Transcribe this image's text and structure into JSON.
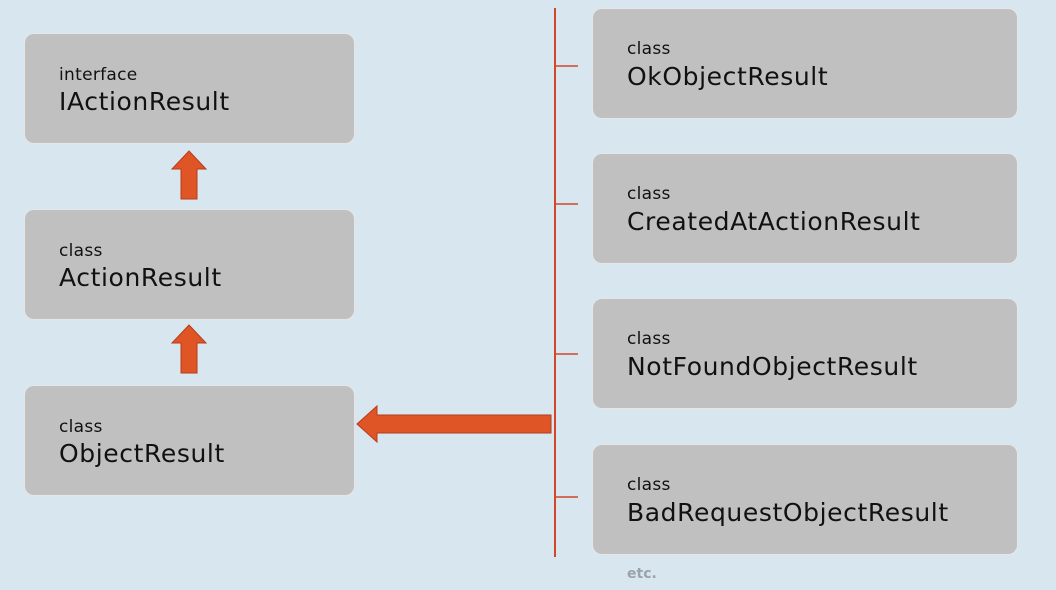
{
  "left_column": {
    "interface_box": {
      "kind": "interface",
      "name": "IActionResult"
    },
    "action_result_box": {
      "kind": "class",
      "name": "ActionResult"
    },
    "object_result_box": {
      "kind": "class",
      "name": "ObjectResult"
    }
  },
  "right_column": {
    "items": [
      {
        "kind": "class",
        "name": "OkObjectResult"
      },
      {
        "kind": "class",
        "name": "CreatedAtActionResult"
      },
      {
        "kind": "class",
        "name": "NotFoundObjectResult"
      },
      {
        "kind": "class",
        "name": "BadRequestObjectResult"
      }
    ],
    "footer": "etc."
  },
  "colors": {
    "background": "#d7e6ef",
    "box": "#c0c0c0",
    "arrow": "#e05526",
    "line": "#d2462a"
  }
}
